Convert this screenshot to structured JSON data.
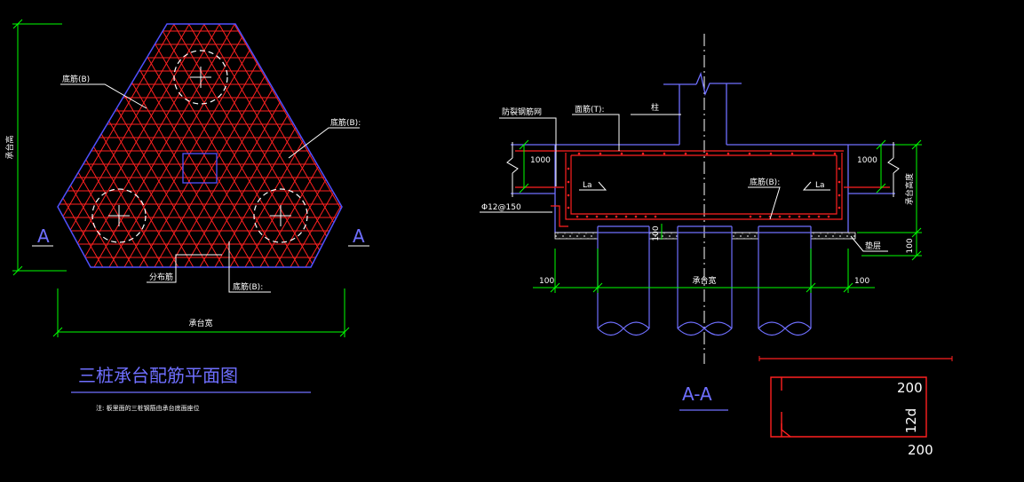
{
  "plan": {
    "title": "三桩承台配筋平面图",
    "note": "注: 板里面的三桩钢筋由承台底面座位",
    "label_bottom_bars_left": "底筋(B)",
    "label_bottom_bars_right": "底筋(B):",
    "label_bottom_bars_bottom": "底筋(B):",
    "label_distribution_bars": "分布筋",
    "dim_width": "承台宽",
    "dim_height": "承台高",
    "section_mark_left": "A",
    "section_mark_right": "A"
  },
  "section": {
    "title": "A-A",
    "label_anti_crack": "防裂钢筋网",
    "label_top_bars": "面筋(T):",
    "label_column": "柱",
    "label_stirrup": "Φ12@150",
    "label_bottom_bars": "底筋(B):",
    "label_anchor_left": "La",
    "label_anchor_right": "La",
    "label_cushion": "垫层",
    "label_cap_height": "承台高度",
    "dim_1000_left": "1000",
    "dim_1000_right": "1000",
    "dim_100_left": "100",
    "dim_100_right": "100",
    "dim_100_cushion": "100",
    "dim_100_vertical": "100",
    "dim_width": "承台宽"
  },
  "hook_detail": {
    "dim_200_top": "200",
    "dim_200_bottom": "200",
    "dim_12d": "12d"
  },
  "colors": {
    "outline": "#5050ff",
    "rebar": "#ff2020",
    "dimension": "#00ff00",
    "text": "#ffffff",
    "pile": "#6f6fff",
    "cushion": "#c8c8c8"
  }
}
